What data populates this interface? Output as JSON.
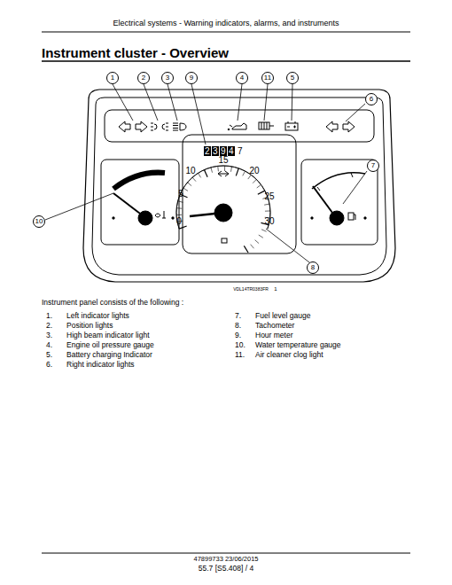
{
  "diagram": {
    "title": "Instrument cluster - Overview",
    "nodes": [
      {
        "text": [
          "1"
        ]
      },
      {
        "text": [
          "2"
        ]
      },
      {
        "text": [
          "3"
        ]
      },
      {
        "text": [
          "9"
        ]
      },
      {
        "text": [
          "4"
        ]
      },
      {
        "text": [
          "11"
        ]
      },
      {
        "text": [
          "5"
        ]
      },
      {
        "text": [
          "6"
        ]
      },
      {
        "text": [
          "7"
        ]
      },
      {
        "text": [
          "10"
        ]
      },
      {
        "text": [
          "8"
        ]
      }
    ],
    "labels": [
      "Electrical systems - Warning indicators, alarms, and instruments",
      "2",
      "3",
      "9",
      "4",
      "7",
      "10",
      "15",
      "5",
      "20",
      "25",
      "0",
      "30",
      "VDL14TR0383FR",
      "1",
      "Instrument panel consists of the following :",
      "1.",
      "Left indicator lights",
      "2.",
      "Position lights",
      "3.",
      "High beam indicator light",
      "4.",
      "Engine oil pressure gauge",
      "5.",
      "Battery charging Indicator",
      "6.",
      "Right indicator lights",
      "7.",
      "Fuel level gauge",
      "8.",
      "Tachometer",
      "9.",
      "Hour meter",
      "10.",
      "Water temperature gauge",
      "11.",
      "Air cleaner clog light",
      "47899733 23/06/2015",
      "55.7 [S5.408] / 4"
    ]
  }
}
